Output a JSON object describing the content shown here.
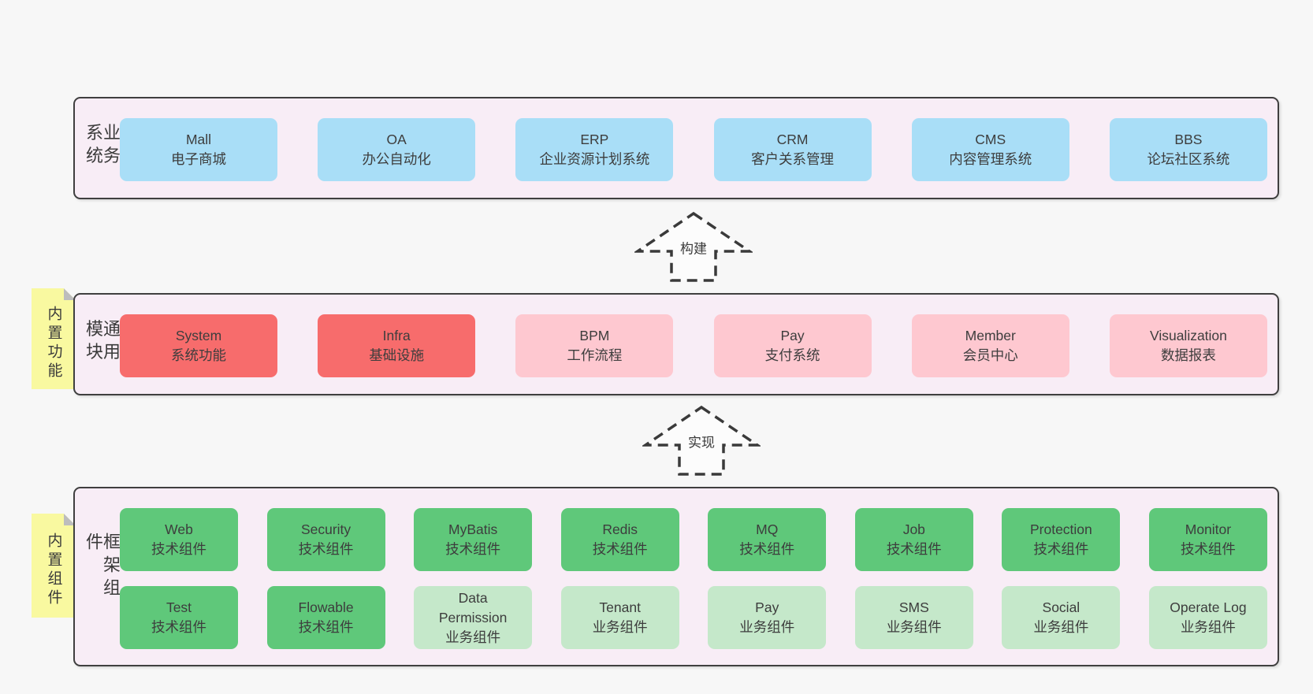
{
  "bands": {
    "business": {
      "label": "业务系统",
      "boxes": [
        {
          "en": "Mall",
          "zh": "电子商城"
        },
        {
          "en": "OA",
          "zh": "办公自动化"
        },
        {
          "en": "ERP",
          "zh": "企业资源计划系统"
        },
        {
          "en": "CRM",
          "zh": "客户关系管理"
        },
        {
          "en": "CMS",
          "zh": "内容管理系统"
        },
        {
          "en": "BBS",
          "zh": "论坛社区系统"
        }
      ]
    },
    "modules": {
      "label": "通用模块",
      "note": "内置功能",
      "boxes": [
        {
          "en": "System",
          "zh": "系统功能"
        },
        {
          "en": "Infra",
          "zh": "基础设施"
        },
        {
          "en": "BPM",
          "zh": "工作流程"
        },
        {
          "en": "Pay",
          "zh": "支付系统"
        },
        {
          "en": "Member",
          "zh": "会员中心"
        },
        {
          "en": "Visualization",
          "zh": "数据报表"
        }
      ]
    },
    "framework": {
      "label": "框架组件",
      "note": "内置组件",
      "row1": [
        {
          "en": "Web",
          "zh": "技术组件"
        },
        {
          "en": "Security",
          "zh": "技术组件"
        },
        {
          "en": "MyBatis",
          "zh": "技术组件"
        },
        {
          "en": "Redis",
          "zh": "技术组件"
        },
        {
          "en": "MQ",
          "zh": "技术组件"
        },
        {
          "en": "Job",
          "zh": "技术组件"
        },
        {
          "en": "Protection",
          "zh": "技术组件"
        },
        {
          "en": "Monitor",
          "zh": "技术组件"
        }
      ],
      "row2": [
        {
          "en": "Test",
          "zh": "技术组件"
        },
        {
          "en": "Flowable",
          "zh": "技术组件"
        },
        {
          "en": "Data Permission",
          "zh": "业务组件"
        },
        {
          "en": "Tenant",
          "zh": "业务组件"
        },
        {
          "en": "Pay",
          "zh": "业务组件"
        },
        {
          "en": "SMS",
          "zh": "业务组件"
        },
        {
          "en": "Social",
          "zh": "业务组件"
        },
        {
          "en": "Operate Log",
          "zh": "业务组件"
        }
      ]
    }
  },
  "arrows": [
    {
      "label": "构建"
    },
    {
      "label": "实现"
    }
  ],
  "colors": {
    "page_background": "#f7f7f7",
    "band_background": "#f8edf6",
    "band_border": "#3f3f3f",
    "blue_box": "#a9def7",
    "red_box": "#f76c6c",
    "pink_box": "#fec8d0",
    "green_box": "#5fc87a",
    "light_green_box": "#c5e8ca",
    "sticky_note": "#f9f9a0"
  }
}
